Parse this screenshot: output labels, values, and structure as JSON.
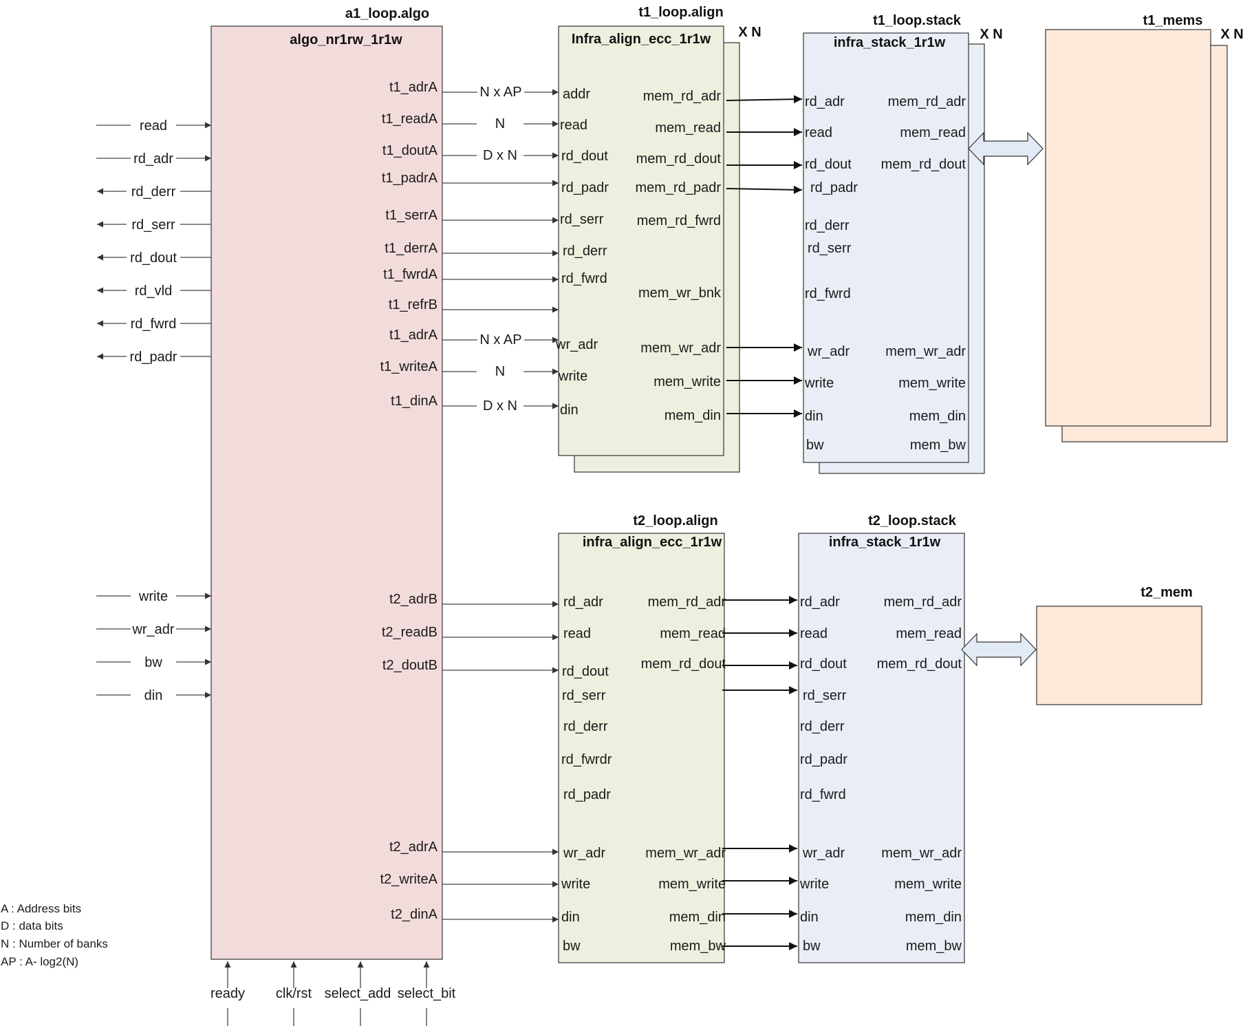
{
  "colors": {
    "algo": "#f2dcdb",
    "align": "#ebf1de",
    "stack": "#e9eef6",
    "mem": "#fde9d9",
    "arrow_fill": "#e1eaf5"
  },
  "algo": {
    "instance": "a1_loop.algo",
    "module": "algo_nr1rw_1r1w"
  },
  "t1_align": {
    "instance": "t1_loop.align",
    "module": "Infra_align_ecc_1r1w",
    "mult": "X N"
  },
  "t1_stack": {
    "instance": "t1_loop.stack",
    "module": "infra_stack_1r1w",
    "mult": "X N"
  },
  "t1_mems": {
    "instance": "t1_mems",
    "mult": "X N"
  },
  "t2_align": {
    "instance": "t2_loop.align",
    "module": "infra_align_ecc_1r1w"
  },
  "t2_stack": {
    "instance": "t2_loop.stack",
    "module": "infra_stack_1r1w"
  },
  "t2_mem": {
    "instance": "t2_mem"
  },
  "left_ports": [
    "read",
    "rd_adr",
    "rd_derr",
    "rd_serr",
    "rd_dout",
    "rd_vld",
    "rd_fwrd",
    "rd_padr",
    "write",
    "wr_adr",
    "bw",
    "din"
  ],
  "algo_t1_ports": [
    "t1_adrA",
    "t1_readA",
    "t1_doutA",
    "t1_padrA",
    "t1_serrA",
    "t1_derrA",
    "t1_fwrdA",
    "t1_refrB",
    "t1_adrA",
    "t1_writeA",
    "t1_dinA"
  ],
  "algo_t2_ports": [
    "t2_adrB",
    "t2_readB",
    "t2_doutB",
    "t2_adrA",
    "t2_writeA",
    "t2_dinA"
  ],
  "t1_wire_labels": [
    "N x AP",
    "N",
    "D x N",
    "N x AP",
    "N",
    "D x N"
  ],
  "t1_align_left": [
    "addr",
    "read",
    "rd_dout",
    "rd_padr",
    "rd_serr",
    "rd_derr",
    "rd_fwrd",
    "wr_adr",
    "write",
    "din"
  ],
  "t1_align_right": [
    "mem_rd_adr",
    "mem_read",
    "mem_rd_dout",
    "mem_rd_padr",
    "mem_rd_fwrd",
    "mem_wr_bnk",
    "mem_wr_adr",
    "mem_write",
    "mem_din"
  ],
  "t1_stack_left": [
    "rd_adr",
    "read",
    "rd_dout",
    "rd_padr",
    "rd_derr",
    "rd_serr",
    "rd_fwrd",
    "wr_adr",
    "write",
    "din",
    "bw"
  ],
  "t1_stack_right": [
    "mem_rd_adr",
    "mem_read",
    "mem_rd_dout",
    "mem_wr_adr",
    "mem_write",
    "mem_din",
    "mem_bw"
  ],
  "t2_align_left": [
    "rd_adr",
    "read",
    "rd_dout",
    "rd_serr",
    "rd_derr",
    "rd_fwrdr",
    "rd_padr",
    "wr_adr",
    "write",
    "din",
    "bw"
  ],
  "t2_align_right": [
    "mem_rd_adr",
    "mem_read",
    "mem_rd_dout",
    "mem_wr_adr",
    "mem_write",
    "mem_din",
    "mem_bw"
  ],
  "t2_stack_left": [
    "rd_adr",
    "read",
    "rd_dout",
    "rd_serr",
    "rd_derr",
    "rd_padr",
    "rd_fwrd",
    "wr_adr",
    "write",
    "din",
    "bw"
  ],
  "t2_stack_right": [
    "mem_rd_adr",
    "mem_read",
    "mem_rd_dout",
    "mem_wr_adr",
    "mem_write",
    "mem_din",
    "mem_bw"
  ],
  "bottom_ports": [
    "ready",
    "clk/rst",
    "select_add",
    "select_bit"
  ],
  "legend": [
    "A : Address bits",
    "D : data bits",
    "N : Number of banks",
    "AP : A- log2(N)"
  ]
}
